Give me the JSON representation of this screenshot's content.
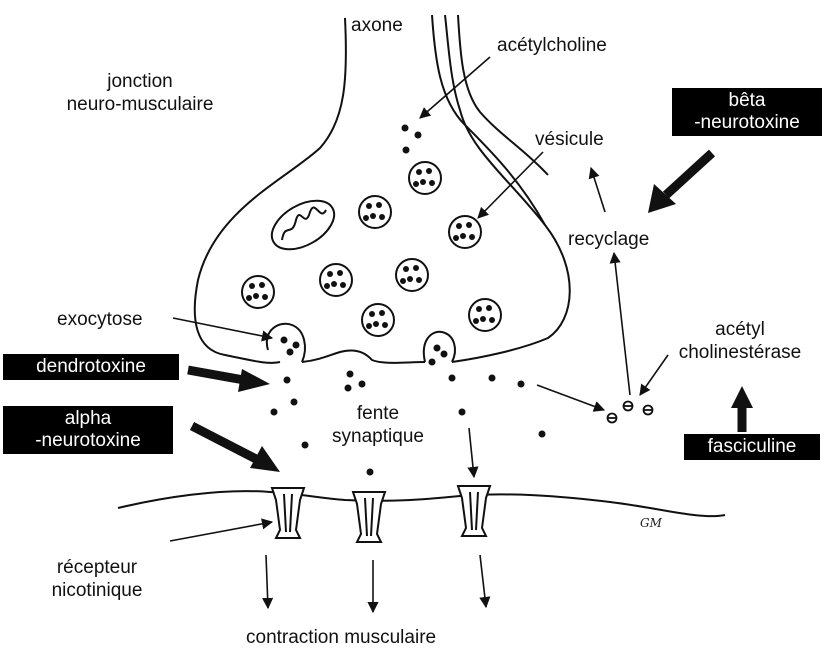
{
  "labels": {
    "axone": "axone",
    "junction_line1": "jonction",
    "junction_line2": "neuro-musculaire",
    "acetylcholine": "acétylcholine",
    "vesicule": "vésicule",
    "recyclage": "recyclage",
    "exocytose": "exocytose",
    "cholinesterase_line1": "acétyl",
    "cholinesterase_line2": "cholinestérase",
    "fente_line1": "fente",
    "fente_line2": "synaptique",
    "recepteur_line1": "récepteur",
    "recepteur_line2": "nicotinique",
    "contraction": "contraction musculaire",
    "signature": "GM"
  },
  "toxins": {
    "beta_line1": "bêta",
    "beta_line2": "-neurotoxine",
    "dendro": "dendrotoxine",
    "alpha_line1": "alpha",
    "alpha_line2": "-neurotoxine",
    "fasciculine": "fasciculine"
  },
  "colors": {
    "ink": "#111111",
    "toxin_bg": "#000000",
    "toxin_text": "#ffffff",
    "background": "#ffffff"
  }
}
